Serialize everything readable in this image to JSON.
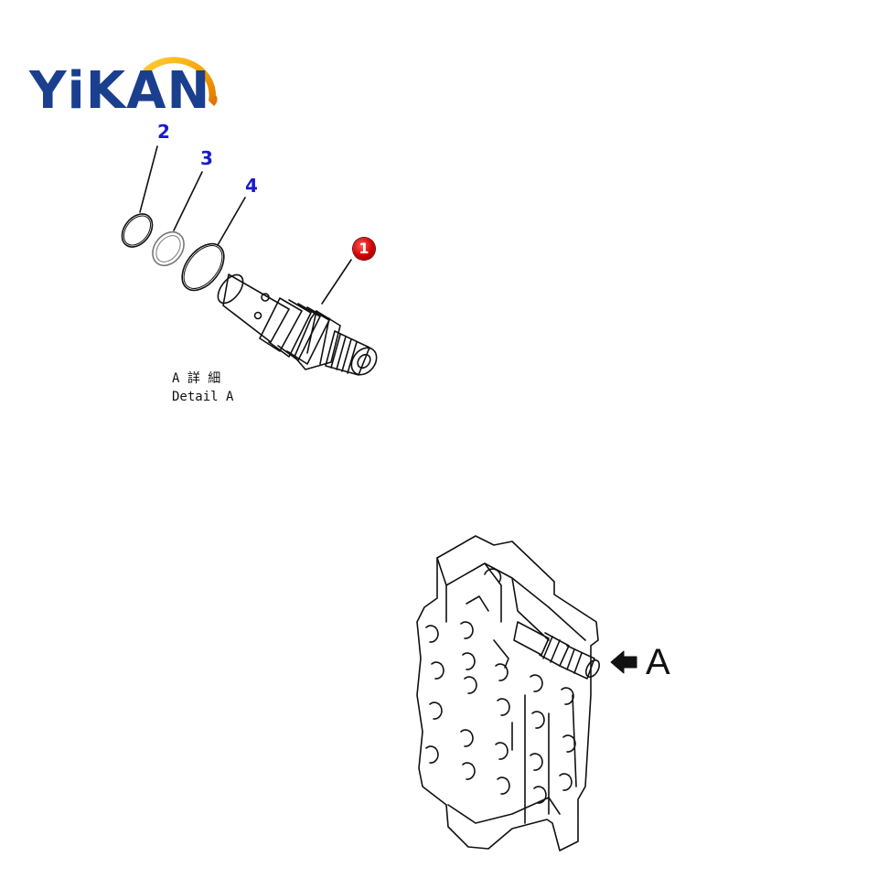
{
  "logo": {
    "text": "YiKAN",
    "text_color": "#1b3f8f",
    "arc_color": "#f5a000"
  },
  "callouts": {
    "part_1": "1",
    "part_2": "2",
    "part_3": "3",
    "part_4": "4"
  },
  "detail": {
    "label_jp": "A 詳 細",
    "label_en": "Detail A"
  },
  "view": {
    "arrow_label": "A"
  },
  "colors": {
    "callout_number": "#1a1acc",
    "main_callout_fill": "#d00000",
    "line_art": "#111111"
  }
}
